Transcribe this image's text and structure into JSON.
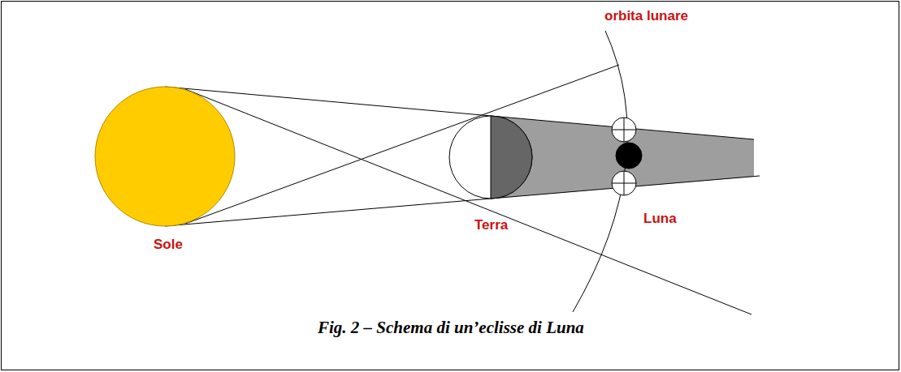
{
  "diagram": {
    "caption": "Fig. 2 – Schema di un’eclisse di Luna",
    "labels": [
      "orbita lunare",
      "Sole",
      "Terra",
      "Luna"
    ]
  }
}
